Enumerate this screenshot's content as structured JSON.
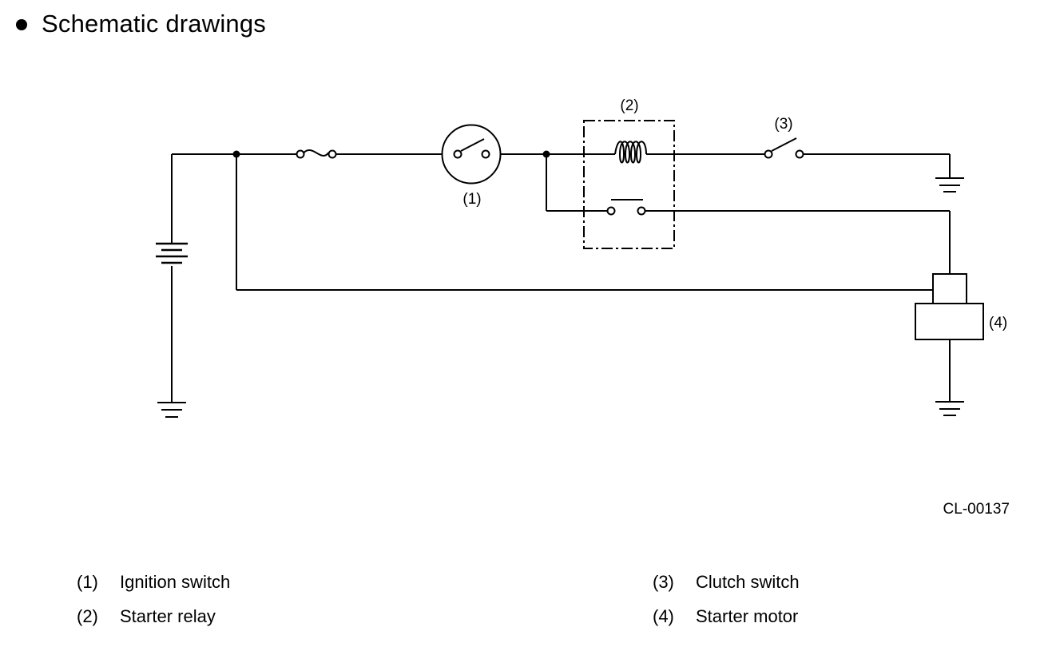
{
  "heading": {
    "text": "Schematic drawings"
  },
  "callouts": {
    "c1": "(1)",
    "c2": "(2)",
    "c3": "(3)",
    "c4": "(4)"
  },
  "figure_code": "CL-00137",
  "legend": [
    {
      "num": "(1)",
      "label": "Ignition switch"
    },
    {
      "num": "(2)",
      "label": "Starter relay"
    },
    {
      "num": "(3)",
      "label": "Clutch switch"
    },
    {
      "num": "(4)",
      "label": "Starter motor"
    }
  ]
}
